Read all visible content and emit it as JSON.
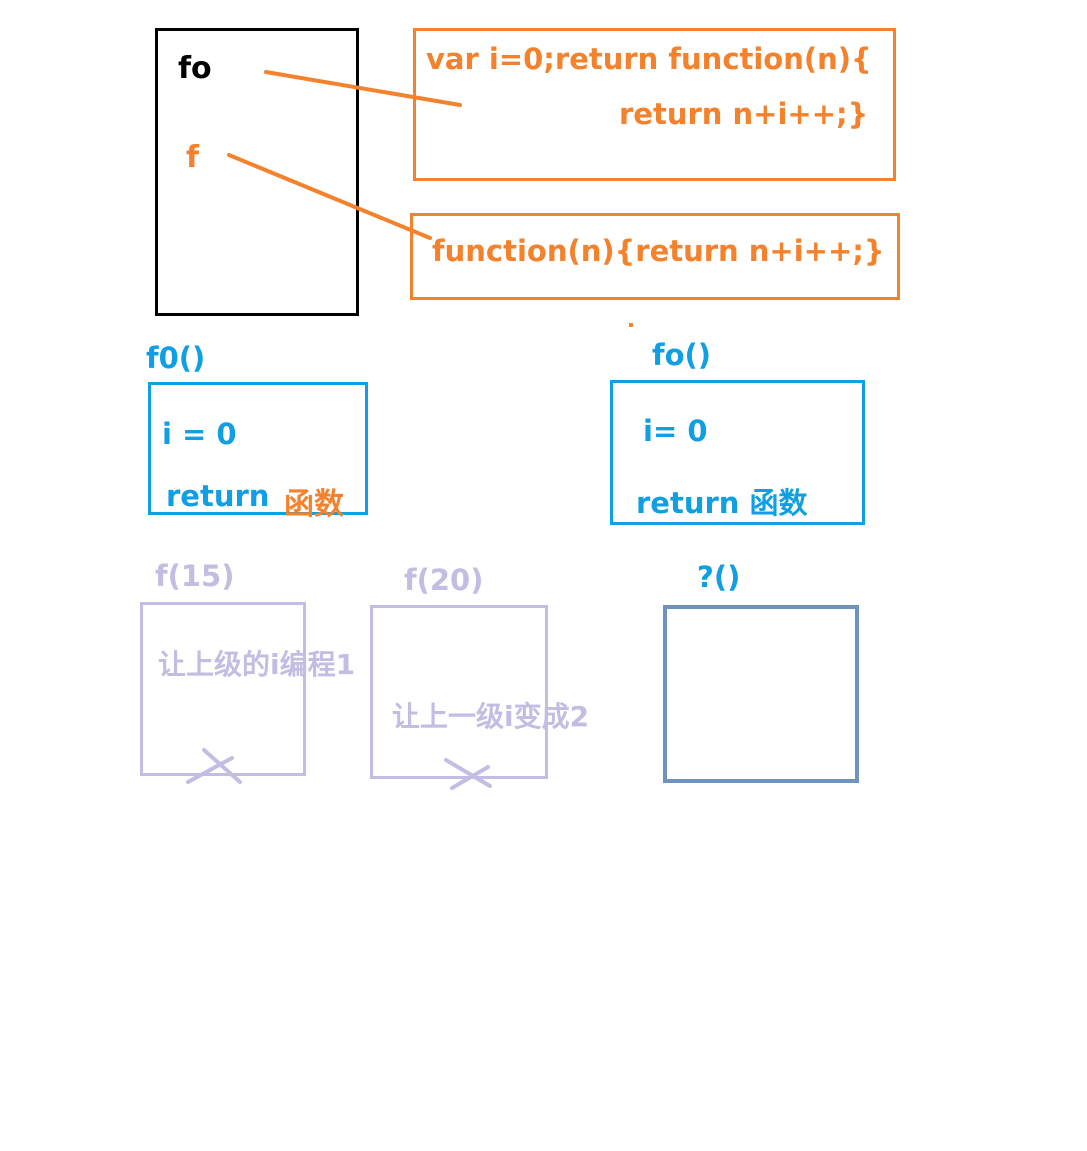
{
  "colors": {
    "black": "#000000",
    "orange": "#f4812b",
    "blue": "#0f9fe2",
    "lilac": "#c3bde3",
    "slate": "#6f93c0"
  },
  "memory_box": {
    "fo_label": "fo",
    "f_label": "f"
  },
  "closure_box": {
    "line1": "var i=0;return function(n){",
    "line2": "return n+i++;}"
  },
  "function_box": {
    "text": "function(n){return n+i++;}"
  },
  "call_f0": {
    "title": "f0()",
    "line1": "i = 0",
    "line2": "return",
    "overlay": "函数"
  },
  "call_fo": {
    "title": "fo()",
    "line1": "i= 0",
    "line2": "return 函数"
  },
  "call_f15": {
    "title": "f(15)",
    "note": "让上级的i编程1"
  },
  "call_f20": {
    "title": "f(20)",
    "note": "让上一级i变成2"
  },
  "call_unknown": {
    "title": "?()"
  }
}
